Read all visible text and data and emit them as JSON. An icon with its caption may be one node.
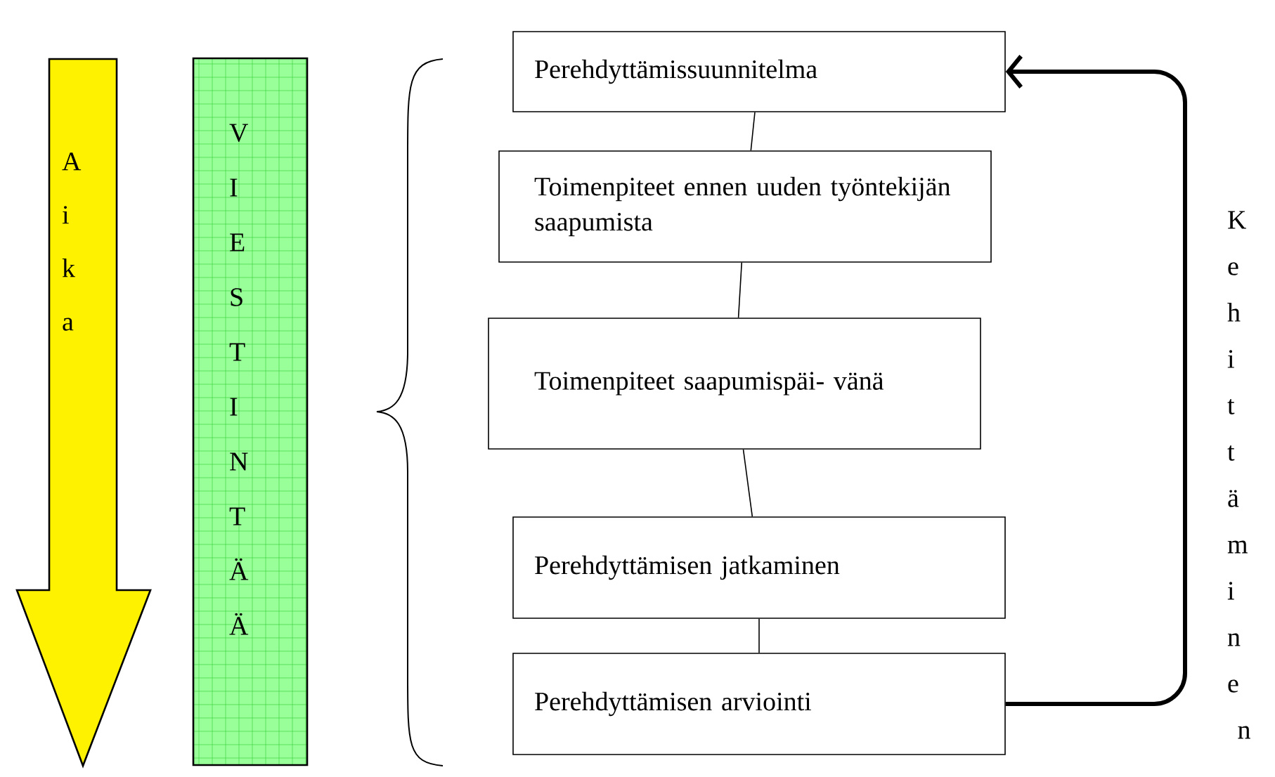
{
  "diagram": {
    "nodes": [
      {
        "text": [
          "Aika"
        ]
      },
      {
        "text": [
          "VIESTINTÄÄ"
        ]
      },
      {
        "text": [
          "Perehdyttämissuunnitelma"
        ]
      },
      {
        "text": [
          "Toimenpiteet ennen uuden työntekijän saapumista"
        ]
      },
      {
        "text": [
          "Toimenpiteet saapumispäi- vänä"
        ]
      },
      {
        "text": [
          "Perehdyttämisen jatkaminen"
        ]
      },
      {
        "text": [
          "Perehdyttämisen arviointi"
        ]
      }
    ],
    "edges": [
      {
        "from": 2,
        "to": 3,
        "arrow": "none"
      },
      {
        "from": 3,
        "to": 4,
        "arrow": "none"
      },
      {
        "from": 4,
        "to": 5,
        "arrow": "none"
      },
      {
        "from": 5,
        "to": 6,
        "arrow": "none"
      },
      {
        "from": 6,
        "to": 2,
        "arrow": "to",
        "style": "thick",
        "label": "Kehittäminen"
      }
    ]
  }
}
